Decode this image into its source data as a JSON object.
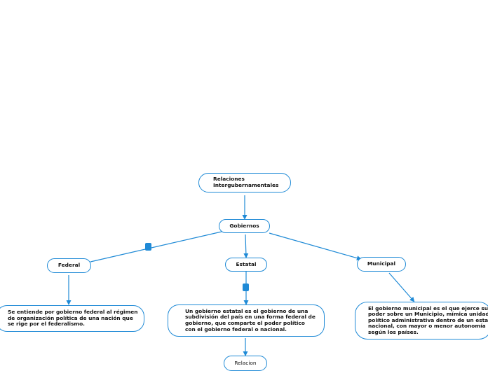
{
  "nodes": {
    "root": {
      "text": "Relaciones\nIntergubernamentales"
    },
    "gobiernos": {
      "text": "Gobiernos"
    },
    "federal": {
      "text": "Federal"
    },
    "estatal": {
      "text": "Estatal"
    },
    "municipal": {
      "text": "Municipal"
    },
    "federal_desc": {
      "text": "Se entiende por gobierno federal al régimen\nde organización política de una nación que\nse rige por el federalismo."
    },
    "estatal_desc": {
      "text": "Un gobierno estatal es el gobierno de una\nsubdivisión del país en una forma federal de\ngobierno, que comparte el poder político\ncon el gobierno federal o nacional."
    },
    "municipal_desc": {
      "text": "El gobierno municipal es el que ejerce su\npoder sobre un Municipio, mímica unidad\npolítico administrativa dentro de un estado\nnacional, con mayor o menor autonomía\nsegún los países."
    },
    "relacion": {
      "text": "Relacion"
    }
  },
  "colors": {
    "accent": "#1f8ad6",
    "text": "#111111",
    "background": "#ffffff"
  },
  "icons": {
    "collapse_handle": "square-handle-icon"
  }
}
